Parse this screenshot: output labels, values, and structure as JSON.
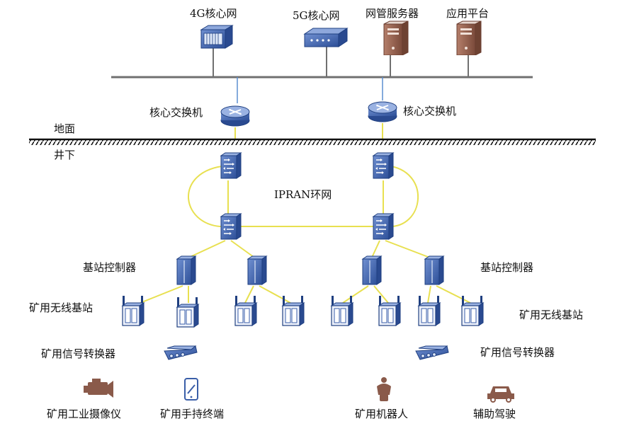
{
  "labels": {
    "core_4g": "4G核心网",
    "core_5g": "5G核心网",
    "nms_server": "网管服务器",
    "app_platform": "应用平台",
    "core_switch_left": "核心交换机",
    "core_switch_right": "核心交换机",
    "ground": "地面",
    "underground": "井下",
    "ipran_ring": "IPRAN环网",
    "bs_controller_left": "基站控制器",
    "bs_controller_right": "基站控制器",
    "wireless_bs_left": "矿用无线基站",
    "wireless_bs_right": "矿用无线基站",
    "signal_converter_left": "矿用信号转换器",
    "signal_converter_right": "矿用信号转换器",
    "industrial_camera": "矿用工业摄像仪",
    "handheld_terminal": "矿用手持终端",
    "mining_robot": "矿用机器人",
    "assist_driving": "辅助驾驶"
  },
  "colors": {
    "device_blue": "#3a5ea8",
    "device_dark": "#1f3f80",
    "server_brown": "#8a5a4a",
    "link_yellow": "#e8e050",
    "link_blue": "#5a8fd0",
    "bus_gray": "#707070",
    "ground_black": "#111111"
  },
  "icons": {
    "core_4g": "server-rack-icon",
    "core_5g": "network-appliance-icon",
    "servers": "tower-server-icon",
    "switch": "router-icon",
    "ring_node": "ipran-switch-icon",
    "controller": "base-station-controller-icon",
    "wireless_bs": "wireless-base-station-icon",
    "converter": "signal-converter-icon",
    "camera": "camera-icon",
    "handheld": "handheld-terminal-icon",
    "robot": "robot-icon",
    "car": "car-icon"
  }
}
